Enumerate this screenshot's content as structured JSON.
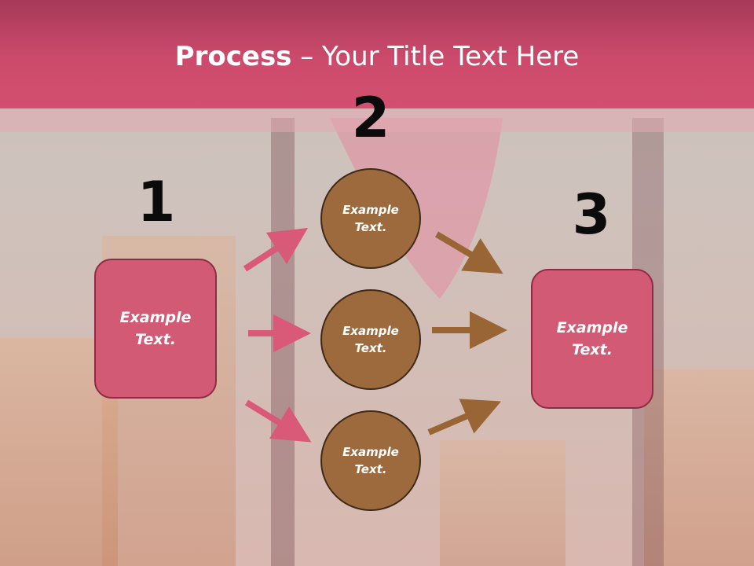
{
  "title": {
    "bold": "Process",
    "rest": " – Your Title Text Here"
  },
  "steps": [
    "1",
    "2",
    "3"
  ],
  "left_box": {
    "text": "Example Text."
  },
  "right_box": {
    "text": "Example Text."
  },
  "circles": [
    {
      "text": "Example Text."
    },
    {
      "text": "Example Text."
    },
    {
      "text": "Example Text."
    }
  ],
  "colors": {
    "title_band": "#cd4a6c",
    "box_fill": "#d25a75",
    "circle_fill": "#9c6a3c",
    "pink_arrow": "#d85a78",
    "brown_arrow": "#9a6534"
  }
}
